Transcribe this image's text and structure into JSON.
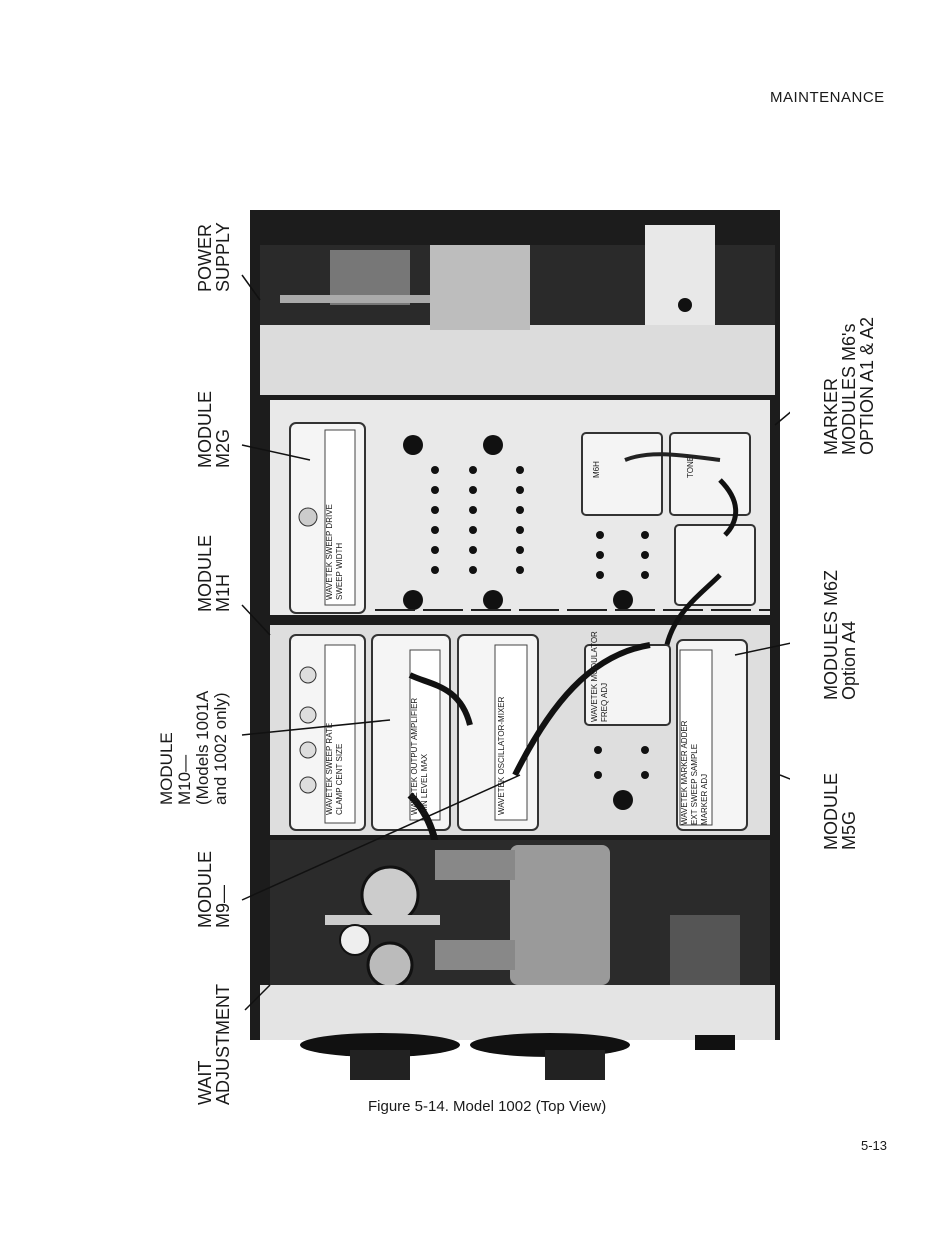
{
  "header": {
    "section": "MAINTENANCE"
  },
  "figure": {
    "caption": "Figure 5-14. Model 1002 (Top View)",
    "labels_left": {
      "power_supply": [
        "POWER",
        "SUPPLY"
      ],
      "module_m2g": [
        "MODULE",
        "M2G"
      ],
      "module_m1h": [
        "MODULE",
        "M1H"
      ],
      "module_m10": [
        "MODULE",
        "M10—",
        "(Models 1001A",
        "and 1002 only)"
      ],
      "module_m9": [
        "MODULE",
        "M9—"
      ],
      "wait_adjustment": [
        "WAIT",
        "ADJUSTMENT"
      ]
    },
    "labels_right": {
      "marker_modules": [
        "MARKER",
        "MODULES M6's",
        "OPTION A1 & A2"
      ],
      "modules_m6z": [
        "MODULES M6Z",
        "Option A4"
      ],
      "module_m5g": [
        "MODULE",
        "M5G"
      ]
    },
    "module_texts": {
      "sweep_drive": "WAVETEK   SWEEP DRIVE",
      "sweep_width": "SWEEP WIDTH",
      "sweep_rate": "WAVETEK   SWEEP RATE",
      "clamp_cent_size": "CLAMP   CENT   SIZE",
      "output_amp": "WAVETEK   OUTPUT AMPLIFIER",
      "level": "MIN  LEVEL  MAX",
      "mixer": "WAVETEK   OSCILLATOR-MIXER",
      "modulator": "WAVETEK   MODULATOR",
      "freq_adj": "FREQ ADJ",
      "marker_adder": "WAVETEK   MARKER ADDER",
      "ext_sweep": "EXT  SWEEP SAMPLE",
      "marker_adj": "MARKER ADJ",
      "m6_a": "M6H",
      "m6_b": "TONE"
    }
  },
  "footer": {
    "page": "5-13"
  }
}
